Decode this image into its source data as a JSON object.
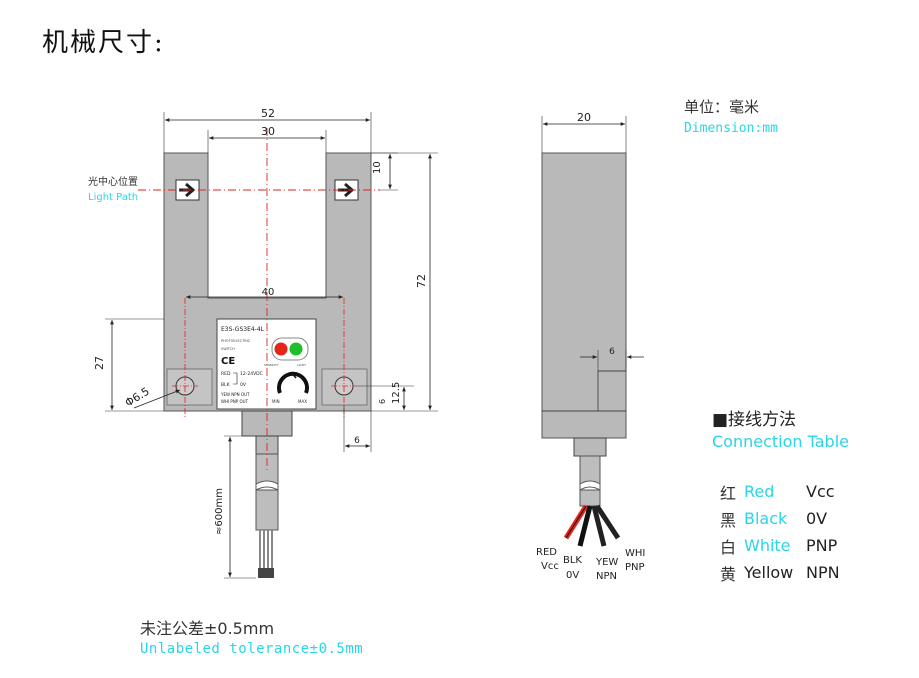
{
  "title": "机械尺寸:",
  "unit": {
    "cn": "单位：毫米",
    "en": "Dimension:mm"
  },
  "front_view": {
    "dim_overall_width": "52",
    "dim_slot_width": "30",
    "dim_top_offset": "10",
    "dim_height": "72",
    "dim_hole_spacing": "40",
    "dim_lower_height": "27",
    "dim_hole_diameter": "Φ6.5",
    "dim_hole_center": "12.5",
    "dim_hole_offset": "6",
    "dim_hole_edge": "6",
    "dim_cable": "≈600mm",
    "light_path_cn": "光中心位置",
    "light_path_en": "Light Path",
    "label_model": "E3S-GS3E4-4L",
    "label_type": "PHOTOELECTRIC",
    "label_switch": "SWITCH",
    "label_ce": "CE",
    "label_red": "RED",
    "label_voltage": "12-24VDC",
    "label_blk": "BLK",
    "label_0v": "0V",
    "label_yew": "YEW NPN OUT",
    "label_whi": "WHI PNP OUT",
    "label_stability": "STABILITY",
    "label_light": "LIGHT",
    "label_min": "MIN",
    "label_max": "MAX"
  },
  "side_view": {
    "dim_width": "20",
    "dim_step": "6",
    "wires": [
      {
        "name": "RED",
        "func": "Vcc"
      },
      {
        "name": "BLK",
        "func": "0V"
      },
      {
        "name": "YEW",
        "func": "NPN"
      },
      {
        "name": "WHI",
        "func": "PNP"
      }
    ]
  },
  "connection": {
    "title": "■接线方法",
    "subtitle": "Connection Table",
    "rows": [
      {
        "cn": "红",
        "en": "Red",
        "fn": "Vcc",
        "plain": false
      },
      {
        "cn": "黑",
        "en": "Black",
        "fn": "0V",
        "plain": false
      },
      {
        "cn": "白",
        "en": "White",
        "fn": "PNP",
        "plain": false
      },
      {
        "cn": "黄",
        "en": "Yellow",
        "fn": "NPN",
        "plain": true
      }
    ]
  },
  "tolerance": {
    "cn": "未注公差±0.5mm",
    "en": "Unlabeled  tolerance±0.5mm"
  },
  "colors": {
    "body": "#b9b9b9",
    "accent": "#27d6e8",
    "centerline": "#e2231a",
    "led_red": "#e8231a",
    "led_green": "#1dbf2a"
  }
}
